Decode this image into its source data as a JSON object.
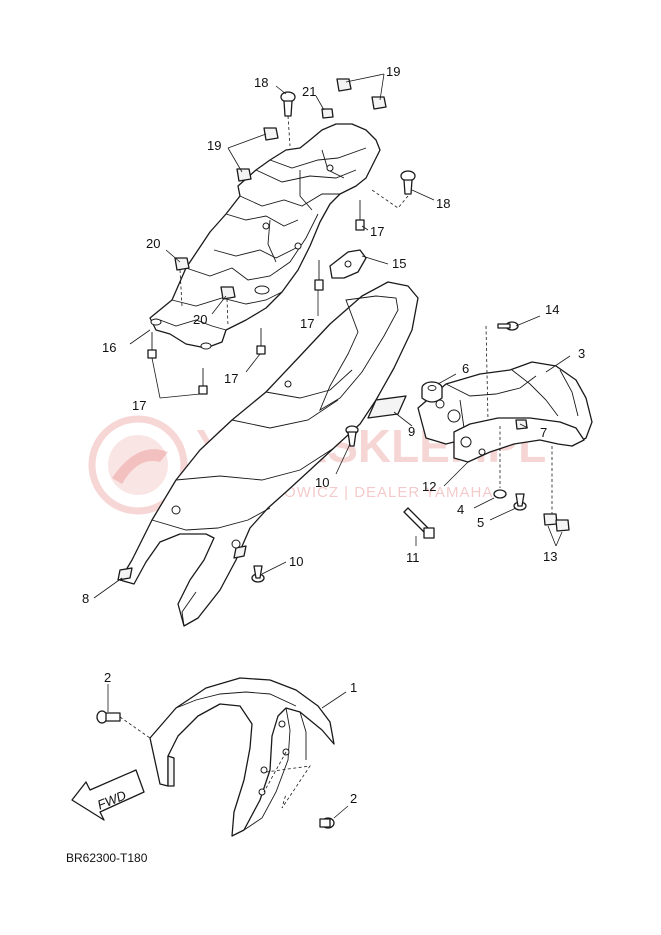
{
  "diagram": {
    "code": "BR62300-T180",
    "fwd_label": "FWD",
    "watermark": {
      "brand": "YAMASKLEP.PL",
      "subline": "WOJCIECHOWICZ | DEALER YAMAHA"
    },
    "callouts": [
      {
        "id": "c19a",
        "text": "19"
      },
      {
        "id": "c18a",
        "text": "18"
      },
      {
        "id": "c21",
        "text": "21"
      },
      {
        "id": "c19b",
        "text": "19"
      },
      {
        "id": "c18b",
        "text": "18"
      },
      {
        "id": "c17a",
        "text": "17"
      },
      {
        "id": "c15",
        "text": "15"
      },
      {
        "id": "c20a",
        "text": "20"
      },
      {
        "id": "c20b",
        "text": "20"
      },
      {
        "id": "c17b",
        "text": "17"
      },
      {
        "id": "c16",
        "text": "16"
      },
      {
        "id": "c17c",
        "text": "17"
      },
      {
        "id": "c17d",
        "text": "17"
      },
      {
        "id": "c14",
        "text": "14"
      },
      {
        "id": "c3",
        "text": "3"
      },
      {
        "id": "c6",
        "text": "6"
      },
      {
        "id": "c7",
        "text": "7"
      },
      {
        "id": "c9",
        "text": "9"
      },
      {
        "id": "c10a",
        "text": "10"
      },
      {
        "id": "c12",
        "text": "12"
      },
      {
        "id": "c4",
        "text": "4"
      },
      {
        "id": "c5",
        "text": "5"
      },
      {
        "id": "c13",
        "text": "13"
      },
      {
        "id": "c11",
        "text": "11"
      },
      {
        "id": "c10b",
        "text": "10"
      },
      {
        "id": "c8",
        "text": "8"
      },
      {
        "id": "c2a",
        "text": "2"
      },
      {
        "id": "c1",
        "text": "1"
      },
      {
        "id": "c2b",
        "text": "2"
      }
    ]
  }
}
